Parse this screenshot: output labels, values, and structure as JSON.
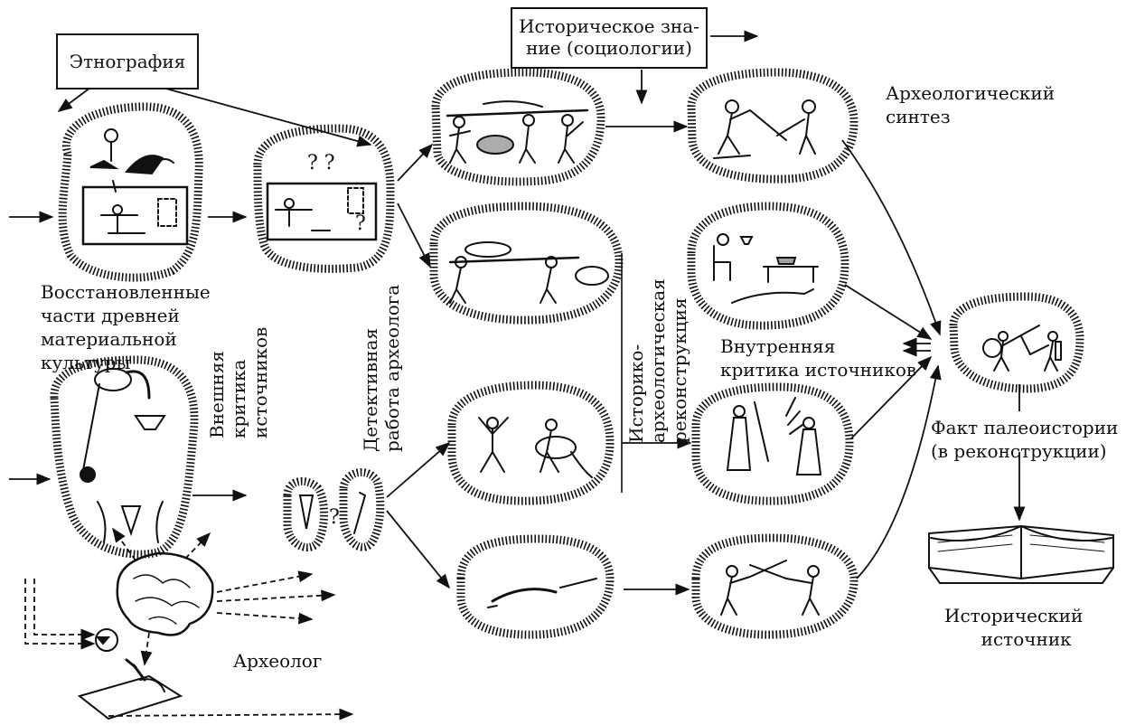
{
  "boxes": {
    "ethnography": "Этнография",
    "historical_knowledge": [
      "Историческое зна-",
      "ние (социологии)"
    ]
  },
  "labels": {
    "restored_parts": [
      "Восстановленные",
      "части древней",
      "материальной",
      "культуры"
    ],
    "archaeological_synthesis": [
      "Археологический",
      "синтез"
    ],
    "internal_criticism": [
      "Внутренняя",
      "критика источников"
    ],
    "paleohistory_fact": [
      "Факт палеоистории",
      "(в реконструкции)"
    ],
    "historical_source": [
      "Исторический",
      "источник"
    ],
    "archaeologist": "Археолог"
  },
  "vertical_labels": {
    "external_criticism": [
      "Внешняя",
      "критика",
      "источников"
    ],
    "detective_work": [
      "Детективная",
      "работа археолога"
    ],
    "reconstruction": [
      "Историко-",
      "археологическая",
      "реконструкция"
    ]
  },
  "question_marks": [
    "? ?",
    "?",
    "?"
  ],
  "colors": {
    "ink": "#111111",
    "paper": "#ffffff"
  }
}
